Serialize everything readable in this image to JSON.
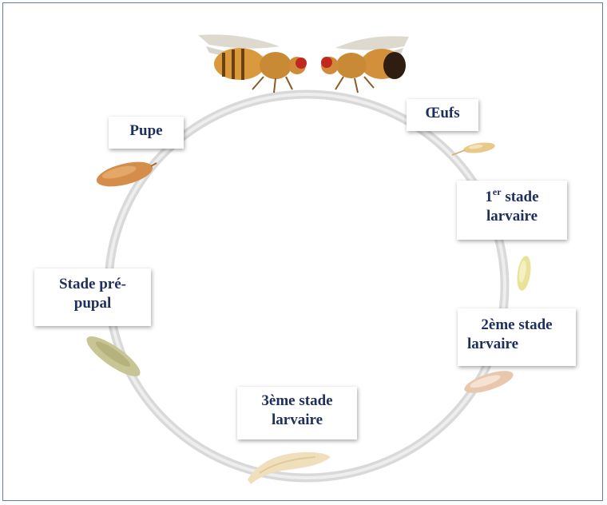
{
  "stages": {
    "oeufs": {
      "label": "Œufs"
    },
    "larva1": {
      "line1_prefix": "1",
      "line1_sup": "er",
      "line1_suffix": " stade",
      "line2": "larvaire"
    },
    "larva2": {
      "line1": "2ème stade",
      "line2": "larvaire"
    },
    "larva3": {
      "line1": "3ème stade",
      "line2": "larvaire"
    },
    "prepupal": {
      "line1": "Stade pré-",
      "line2": "pupal"
    },
    "pupe": {
      "label": "Pupe"
    }
  },
  "colors": {
    "label_text": "#1f2f5c",
    "frame_border": "#5b7fb0",
    "cycle_ring": "#dcdcdc"
  }
}
